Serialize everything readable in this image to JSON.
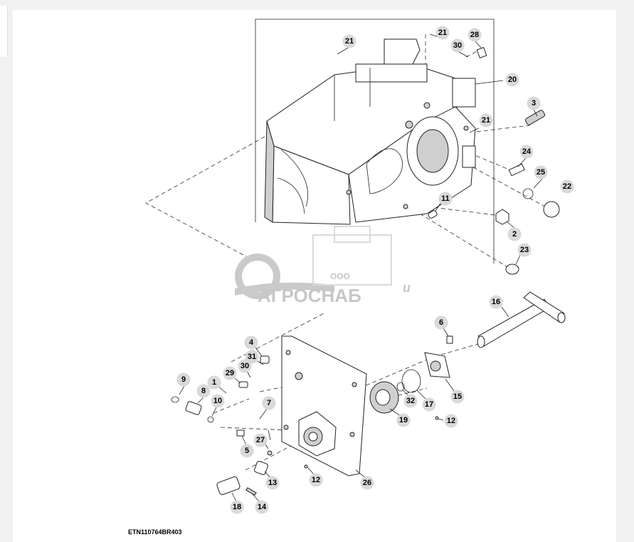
{
  "figure_code": "ETN110764BR403",
  "watermark": {
    "prefix": "ООО",
    "brand": "АГРОСНАБ",
    "suffix": "и"
  },
  "callouts": [
    "21",
    "21",
    "28",
    "30",
    "20",
    "3",
    "21",
    "24",
    "25",
    "22",
    "11",
    "2",
    "23",
    "16",
    "6",
    "4",
    "31",
    "30",
    "29",
    "1",
    "9",
    "8",
    "10",
    "7",
    "15",
    "32",
    "17",
    "19",
    "12",
    "27",
    "5",
    "12",
    "13",
    "26",
    "18",
    "14"
  ]
}
